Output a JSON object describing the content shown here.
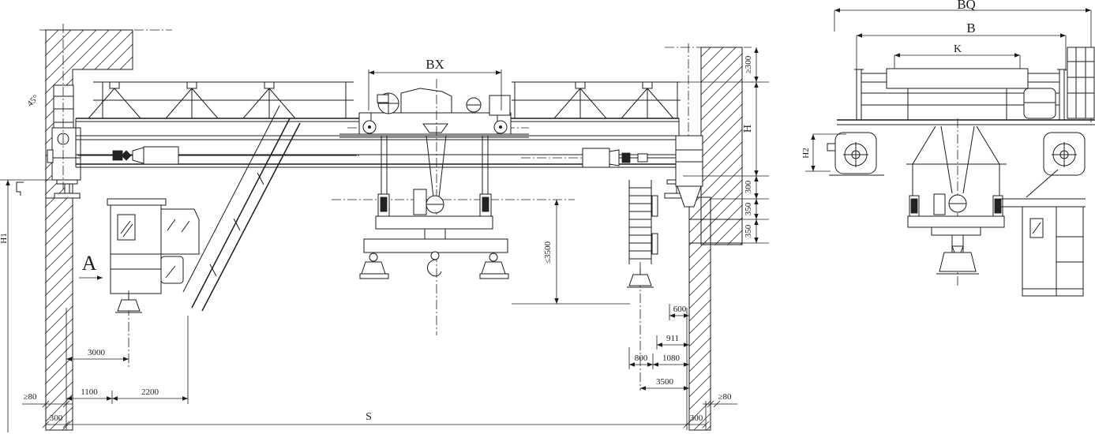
{
  "drawing": {
    "type": "overhead-bridge-crane-general-arrangement",
    "ink_color": "#1c1c1c",
    "paper_color": "#ffffff"
  },
  "labels": {
    "main": {
      "bx": "BX",
      "a": "A",
      "deg45": "45°",
      "h1": "H1",
      "ge300": "≥300",
      "h": "H",
      "r300": "300",
      "r350a": "350",
      "r350b": "350",
      "le3500": "≤3500",
      "d3000": "3000",
      "d1100": "1100",
      "d2200": "2200",
      "lge80": "≥80",
      "l300": "300",
      "s": "S",
      "rge80": "≥80",
      "rb300": "300",
      "d600": "600",
      "d911": "911",
      "d800": "800",
      "d1080": "1080",
      "d3500": "3500"
    },
    "side": {
      "bq": "BQ",
      "b": "B",
      "k": "K",
      "h2": "H2"
    }
  }
}
